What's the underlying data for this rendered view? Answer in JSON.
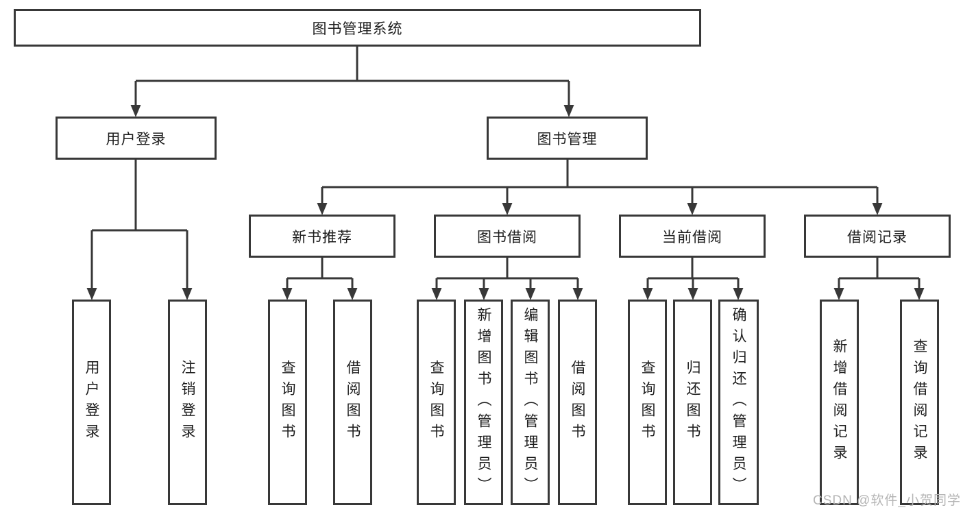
{
  "diagram": {
    "title": "图书管理系统",
    "nodes": {
      "root": "图书管理系统",
      "user_login": "用户登录",
      "book_management": "图书管理",
      "new_book_recommend": "新书推荐",
      "book_borrow": "图书借阅",
      "current_borrow": "当前借阅",
      "borrow_records": "借阅记录",
      "leaf_user_login": "用户登录",
      "leaf_logout": "注销登录",
      "leaf_rec_query": "查询图书",
      "leaf_rec_borrow": "借阅图书",
      "leaf_bb_query": "查询图书",
      "leaf_bb_add": "新增图书（管理员）",
      "leaf_bb_edit": "编辑图书（管理员）",
      "leaf_bb_borrow": "借阅图书",
      "leaf_cb_query": "查询图书",
      "leaf_cb_return": "归还图书",
      "leaf_cb_confirm": "确认归还（管理员）",
      "leaf_br_add": "新增借阅记录",
      "leaf_br_query": "查询借阅记录"
    },
    "hierarchy": {
      "root": [
        "user_login",
        "book_management"
      ],
      "user_login": [
        "leaf_user_login",
        "leaf_logout"
      ],
      "book_management": [
        "new_book_recommend",
        "book_borrow",
        "current_borrow",
        "borrow_records"
      ],
      "new_book_recommend": [
        "leaf_rec_query",
        "leaf_rec_borrow"
      ],
      "book_borrow": [
        "leaf_bb_query",
        "leaf_bb_add",
        "leaf_bb_edit",
        "leaf_bb_borrow"
      ],
      "current_borrow": [
        "leaf_cb_query",
        "leaf_cb_return",
        "leaf_cb_confirm"
      ],
      "borrow_records": [
        "leaf_br_add",
        "leaf_br_query"
      ]
    }
  },
  "watermark": {
    "text": "CSDN @软件_小贺同学"
  },
  "colors": {
    "box_border": "#383838",
    "connector": "#383838",
    "text": "#1d1d1d",
    "watermark_text": "#b5b5b5",
    "background": "#ffffff"
  }
}
